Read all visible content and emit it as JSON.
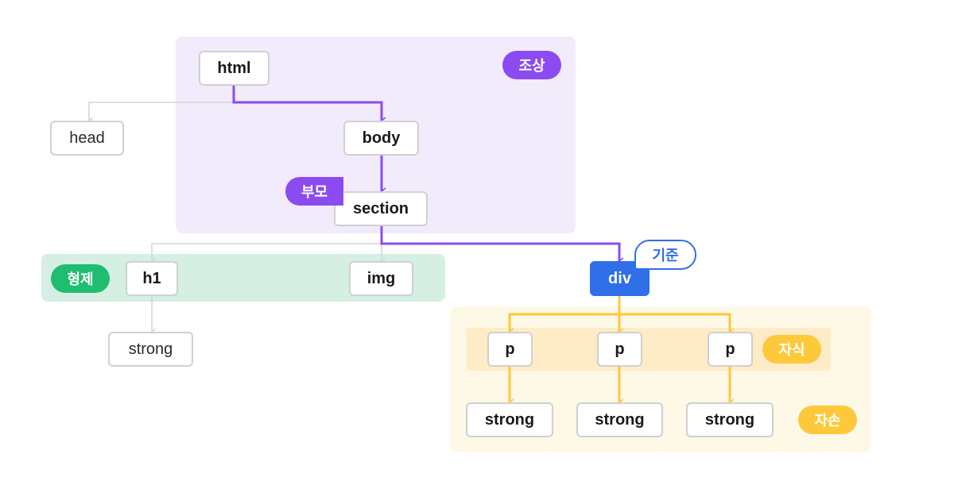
{
  "colors": {
    "ancestor_path": "#8c4bf0",
    "descendant_path": "#fdc93a",
    "neutral_path": "#d6d6d6",
    "target": "#2f6fe8",
    "sibling": "#1fbd6f"
  },
  "nodes": {
    "html": "html",
    "head": "head",
    "body": "body",
    "section": "section",
    "h1": "h1",
    "img": "img",
    "strong_h1": "strong",
    "div": "div",
    "p1": "p",
    "p2": "p",
    "p3": "p",
    "strong1": "strong",
    "strong2": "strong",
    "strong3": "strong"
  },
  "badges": {
    "ancestor": "조상",
    "parent": "부모",
    "sibling": "형제",
    "reference": "기준",
    "child": "자식",
    "descendant": "자손"
  }
}
